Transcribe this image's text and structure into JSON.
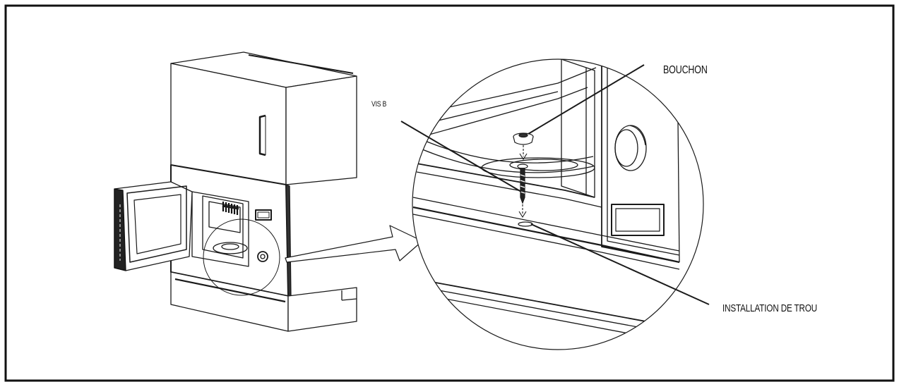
{
  "labels": {
    "bouchon": "BOUCHON",
    "vis_b": "VIS B",
    "installation_de_trou": "INSTALLATION DE TROU"
  },
  "colors": {
    "line": "#1a1a1a",
    "frame": "#111111",
    "background": "#ffffff"
  }
}
